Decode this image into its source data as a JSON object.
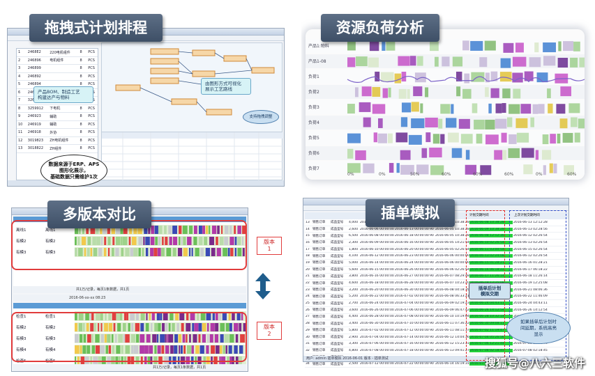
{
  "panels": {
    "drag_schedule": {
      "title": "拖拽式计划排程",
      "callout_bom": "产品BOM、制造工艺\n构建达产与物料",
      "callout_gui": "由图形方式可视化\n展示工艺路线",
      "cloud_data": "数据来源于ERP、APS\n图形化展示，\n基础数据只需维护1次",
      "cloud_small": "支持拖拽调整",
      "table_rows": [
        [
          "1",
          "2468E2",
          "220电机组件",
          "8",
          "PCS"
        ],
        [
          "2",
          "246896",
          "电机组件",
          "8",
          "PCS"
        ],
        [
          "3",
          "246899",
          "",
          "8",
          "PCS"
        ],
        [
          "4",
          "246892",
          "",
          "8",
          "PCS"
        ],
        [
          "5",
          "246894",
          "",
          "8",
          "PCS"
        ],
        [
          "6",
          "246897",
          "",
          "8",
          "PCS"
        ],
        [
          "7",
          "3260746",
          "上电电机",
          "8",
          "PCS"
        ],
        [
          "8",
          "3259912",
          "下电机",
          "8",
          "PCS"
        ],
        [
          "9",
          "246923",
          "辅助",
          "8",
          "PCS"
        ],
        [
          "10",
          "246919",
          "辅助",
          "8",
          "PCS"
        ],
        [
          "11",
          "246918",
          "外协",
          "8",
          "PCS"
        ],
        [
          "12",
          "3019823",
          "ZH电机组件",
          "8",
          "PCS"
        ],
        [
          "13",
          "3018822",
          "ZH组件",
          "8",
          "PCS"
        ]
      ]
    },
    "resource_load": {
      "title": "资源负荷分析",
      "rows": [
        "产品1:物料",
        "产品1-08",
        "负荷1",
        "负荷2",
        "负荷3",
        "负荷4",
        "负荷5",
        "负荷6",
        "负荷7"
      ],
      "scale": [
        "0%",
        "0%",
        "50%",
        "60%",
        "60%",
        "60%",
        "0%",
        "60%"
      ]
    },
    "multi_version": {
      "title": "多版本对比",
      "version1_label": "版本\n1",
      "version2_label": "版本\n2",
      "rows_v1": [
        [
          "离线1",
          "离线1"
        ],
        [
          "有模2",
          "有模2"
        ],
        [
          "有模3",
          "有模3"
        ]
      ],
      "rows_v2": [
        [
          "检查1",
          "检查1"
        ],
        [
          "有模2",
          "有模2"
        ],
        [
          "有模3",
          "有模3"
        ],
        [
          "有模4",
          "有模4"
        ],
        [
          "检查5",
          "检查5"
        ]
      ],
      "pager_text": "共1万/记录，每页1条数据，共1页",
      "date_text": "2016-06-xx-xx 08:23"
    },
    "insert_order": {
      "title": "插单模拟",
      "header_plan": "计划交期时间",
      "header_prev": "上次计划交期时间",
      "callout_insert": "插单后计划\n模拟交期",
      "cloud_delay": "如果插单后计划时\n间延期，系统高亮\n显示",
      "status_text": "用户: admin  插单模拟 2016-06-01 版本 - 插单测试",
      "rows": [
        [
          "13",
          "销售订单",
          "成品型号",
          "4,000",
          "2016-06-08 00:00:00",
          "2016-06-10 00:00:00",
          "90",
          "2016-06-05 10:38:28",
          "2016-06-08 10:38:28",
          "2016-06-13 12:12:28"
        ],
        [
          "14",
          "销售订单",
          "成品型号",
          "2,600",
          "2016-06-06 00:00:00",
          "2016-06-13 00:00:00",
          "90",
          "2016-06-05 10:38:28",
          "2016-06-09 10:38:28",
          "2016-06-13 02:28:56"
        ],
        [
          "15",
          "销售订单",
          "成品型号",
          "6,500",
          "2016-06-08 00:00:00",
          "2016-06-18 00:00:00",
          "90",
          "2016-06-05 10:38:28",
          "2016-06-08 12:12:30",
          "2016-06-12 02:26:54"
        ],
        [
          "16",
          "销售订单",
          "成品型号",
          "2,300",
          "2016-06-09 00:00:00",
          "2016-06-16 00:00:00",
          "90",
          "2016-06-05 14:21:54",
          "2016-06-10 02:26:54",
          "2016-06-13 02:26:54"
        ],
        [
          "17",
          "销售订单",
          "成品型号",
          "1,800",
          "2016-06-10 00:00:00",
          "2016-06-20 00:00:00",
          "90",
          "2016-06-05 02:26:54",
          "2016-06-11 03:00:54",
          "2016-06-15 02:26:54"
        ],
        [
          "18",
          "销售订单",
          "成品型号",
          "4,100",
          "2016-06-12 00:00:00",
          "2016-06-23 00:00:00",
          "90",
          "2016-06-06 00:00:00",
          "2016-06-13 02:24:08",
          "2016-06-12 02:26:54"
        ],
        [
          "19",
          "销售订单",
          "成品型号",
          "5,000",
          "2016-06-14 00:00:00",
          "2016-06-24 00:00:00",
          "90",
          "2016-06-06 00:00:00",
          "2016-06-15 01:28:21",
          "2016-06-16 01:28:21"
        ],
        [
          "20",
          "销售订单",
          "成品型号",
          "5,600",
          "2016-06-15 00:00:00",
          "2016-06-26 00:00:00",
          "90",
          "2016-06-06 02:26:54",
          "2016-06-16 06:18:22",
          "2016-06-17 06:18:22"
        ],
        [
          "21",
          "销售订单",
          "成品型号",
          "3,800",
          "2016-06-16 00:00:00",
          "2016-06-27 00:00:00",
          "90",
          "2016-06-07 08:29:48",
          "2016-06-17 11:26:14",
          "2016-06-18 11:26:14"
        ],
        [
          "22",
          "销售订单",
          "成品型号",
          "4,600",
          "2016-06-18 00:00:00",
          "2016-06-28 00:00:00",
          "90",
          "2016-06-07 10:23:20",
          "2016-06-18 12:25:08",
          "2016-06-19 12:25:08"
        ],
        [
          "23",
          "销售订单",
          "成品型号",
          "3,200",
          "2016-06-20 00:00:00",
          "2016-06-30 00:00:00",
          "90",
          "2016-06-08 04:18:35",
          "2016-06-20 08:06:36",
          "2016-06-21 08:06:36"
        ],
        [
          "24",
          "销售订单",
          "成品型号",
          "5,200",
          "2016-06-22 00:00:00",
          "2016-07-02 00:00:00",
          "90",
          "2016-06-08 06:33:21",
          "2016-06-22 11:46:09",
          "2016-06-22 11:46:09"
        ],
        [
          "25",
          "销售订单",
          "成品型号",
          "2,700",
          "2016-06-24 00:00:00",
          "2016-07-04 00:00:00",
          "90",
          "2016-06-09 02:19:23",
          "2016-06-24 04:43:11",
          "2016-06-24 04:43:11"
        ],
        [
          "26",
          "销售订单",
          "成品型号",
          "3,600",
          "2016-06-26 00:00:00",
          "2016-07-06 00:00:00",
          "90",
          "2016-06-09 06:47:42",
          "2016-06-26 14:12:54",
          "2016-06-26 14:12:54"
        ],
        [
          "27",
          "销售订单",
          "成品型号",
          "4,400",
          "2016-06-28 00:00:00",
          "2016-07-08 00:00:00",
          "90",
          "2016-06-10 10:19:04",
          "2016-06-28 10:32:14",
          "2016-06-28 10:32:14"
        ],
        [
          "28",
          "销售订单",
          "成品型号",
          "3,400",
          "2016-06-30 00:00:00",
          "2016-07-10 00:00:00",
          "90",
          "2016-06-11 07:36:22",
          "2016-06-30 09:08:11",
          "2016-06-30 09:08:11"
        ],
        [
          "29",
          "销售订单",
          "成品型号",
          "5,800",
          "2016-07-02 00:00:00",
          "2016-07-12 00:00:00",
          "90",
          "2016-06-11 08:11:37",
          "2016-07-02 11:19:47",
          "2016-07-02 11:19:47"
        ],
        [
          "30",
          "销售订单",
          "成品型号",
          "2,900",
          "2016-07-04 00:00:00",
          "2016-07-14 00:00:00",
          "90",
          "2016-06-12 14:04:36",
          "2016-07-04 05:26:56",
          "2016-07-04 05:26:56"
        ],
        [
          "31",
          "销售订单",
          "成品型号",
          "3,300",
          "2016-07-06 00:00:00",
          "2016-07-16 00:00:00",
          "90",
          "2016-06-12 15:23:31",
          "2016-07-06 12:21:44",
          "2016-07-06 12:21:44"
        ],
        [
          "32",
          "销售订单",
          "成品型号",
          "4,800",
          "2016-07-08 00:00:00",
          "2016-07-18 00:00:00",
          "90",
          "2016-06-13 09:41:27",
          "2016-07-08 02:18:45",
          "2016-07-08 02:18:45"
        ],
        [
          "33",
          "销售订单",
          "成品型号",
          "3,100",
          "2016-07-10 00:00:00",
          "2016-07-20 00:00:00",
          "90",
          "2016-06-14 11:32:26",
          "2016-07-10 09:44:51",
          "2016-07-10 09:44:51"
        ],
        [
          "34",
          "销售订单",
          "成品型号",
          "2,500",
          "2016-07-12 00:00:00",
          "2016-07-22 00:00:00",
          "90",
          "2016-06-14 16:19:31",
          "2016-07-12 06:20:31",
          "2016-07-12 06:20:31"
        ]
      ]
    }
  },
  "watermark": "搜狐号@八六三软件"
}
